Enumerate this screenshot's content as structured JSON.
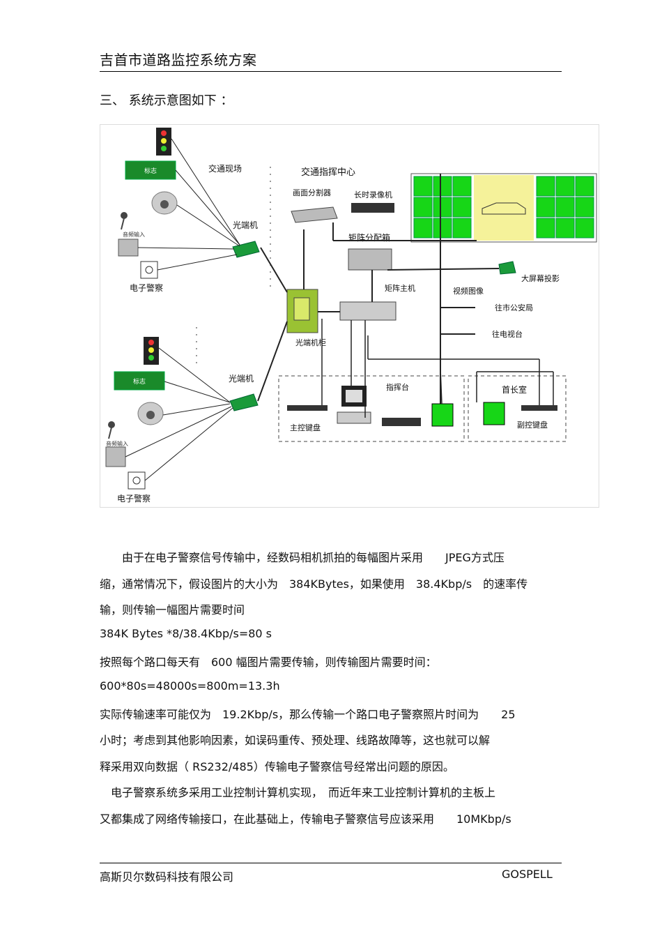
{
  "header": {
    "title": "吉首市道路监控系统方案"
  },
  "section": {
    "heading": "三、 系统示意图如下 ："
  },
  "diagram": {
    "site_label_top": "交通现场",
    "command_center": "交通指挥中心",
    "screen_splitter": "画面分割器",
    "long_recorder": "长时录像机",
    "matrix_dist": "矩阵分配箱",
    "matrix_host": "矩阵主机",
    "optical_top": "光端机",
    "optical_bottom": "光端机",
    "optical_cabinet": "光端机柜",
    "e_police_top": "电子警察",
    "e_police_bottom": "电子警察",
    "big_screen": "大屏幕投影",
    "video_image": "视频图像",
    "to_police": "往市公安局",
    "to_tv": "往电视台",
    "console": "指挥台",
    "main_keyboard": "主控键盘",
    "chief_room": "首长室",
    "sub_keyboard": "副控键盘",
    "sign_text_1": "标志",
    "sign_text_2": "标志",
    "audio_in_1": "音频输入",
    "audio_in_2": "音频输入"
  },
  "body": {
    "l1": "　　由于在电子警察信号传输中，经数码相机抓拍的每幅图片采用　　JPEG方式压",
    "l2": "缩，通常情况下，假设图片的大小为　384KBytes，如果使用　38.4Kbp/s　的速率传",
    "l3": "输，则传输一幅图片需要时间",
    "l4": "384K Bytes *8/38.4Kbp/s=80 s",
    "l5": "按照每个路口每天有　600 幅图片需要传输，则传输图片需要时间：",
    "l6": "600*80s=48000s=800m=13.3h",
    "l7": "实际传输速率可能仅为　19.2Kbp/s，那么传输一个路口电子警察照片时间为　　25",
    "l8": "小时；考虑到其他影响因素，如误码重传、预处理、线路故障等，这也就可以解",
    "l9": "释采用双向数据（ RS232/485）传输电子警察信号经常出问题的原因。",
    "l10": "　电子警察系统多采用工业控制计算机实现，　而近年来工业控制计算机的主板上",
    "l11": "又都集成了网络传输接口，在此基础上，传输电子警察信号应该采用　　10MKbp/s"
  },
  "footer": {
    "company": "高斯贝尔数码科技有限公司",
    "brand": "GOSPELL"
  }
}
